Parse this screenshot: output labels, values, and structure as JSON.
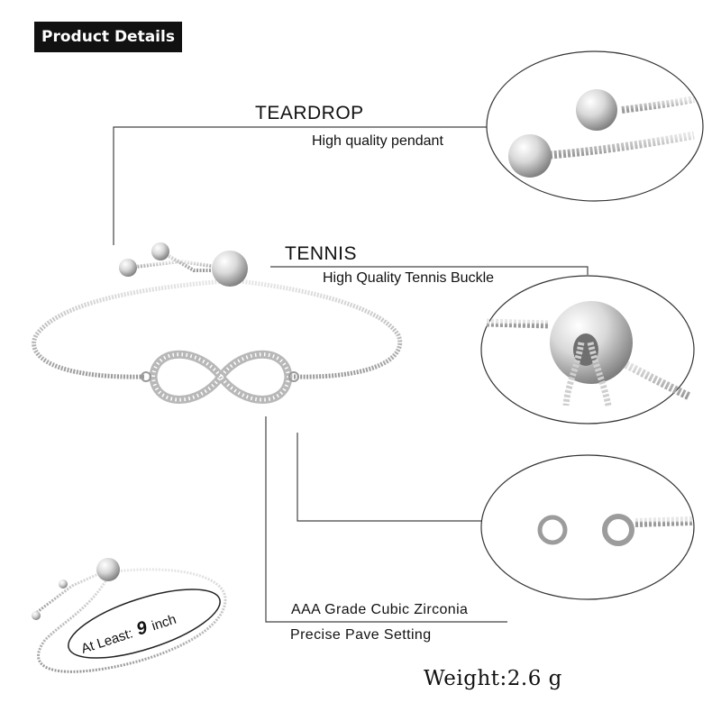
{
  "badge": {
    "label": "Product Details"
  },
  "callouts": {
    "teardrop": {
      "title": "TEARDROP",
      "subtitle": "High quality pendant"
    },
    "tennis": {
      "title": "TENNIS",
      "subtitle": "High Quality Tennis Buckle"
    },
    "features": {
      "line1": "AAA Grade Cubic Zirconia",
      "line2": "Precise Pave Setting"
    }
  },
  "size_tag": {
    "prefix": "At Least:",
    "value": "9",
    "unit": "inch"
  },
  "weight": {
    "label": "Weight:2.6 g"
  },
  "colors": {
    "ink": "#111111",
    "leader": "#444444",
    "silver_light": "#f4f4f4",
    "silver_mid": "#bdbdbd",
    "silver_dark": "#8a8a8a"
  },
  "icons": [
    "infinity-bracelet",
    "bead-closeup",
    "buckle-closeup",
    "clasp-closeup",
    "bracelet-size"
  ]
}
